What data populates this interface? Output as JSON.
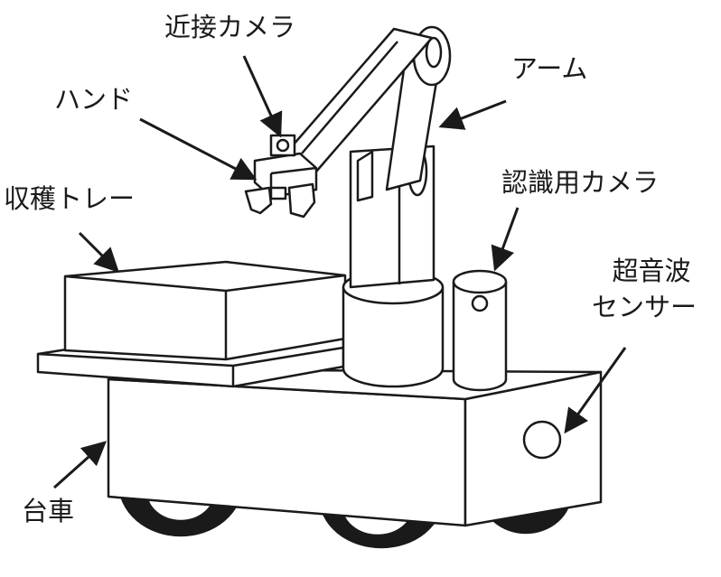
{
  "labels": {
    "proximity_camera": "近接カメラ",
    "arm": "アーム",
    "hand": "ハンド",
    "recognition_camera": "認識用カメラ",
    "harvest_tray": "収穫トレー",
    "ultrasonic_line1": "超音波",
    "ultrasonic_line2": "センサー",
    "cart": "台車"
  },
  "colors": {
    "line": "#1a1a1a",
    "fill": "#ffffff",
    "wheel": "#1a1a1a"
  }
}
